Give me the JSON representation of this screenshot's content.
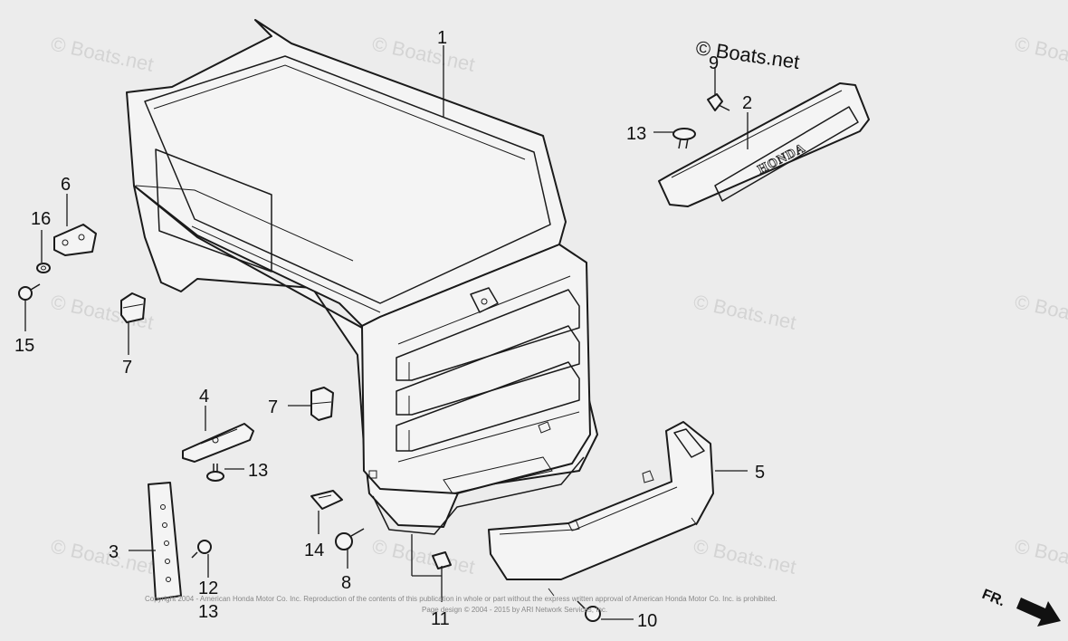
{
  "brand": "© Boats.net",
  "watermark": "© Boats.net",
  "emblem": "HONDA",
  "direction": "FR.",
  "copyright": [
    "Copyright 2004 - American Honda Motor Co. Inc. Reproduction of the contents of this publication in whole or part without the express written approval of American Honda Motor Co. Inc. is prohibited.",
    "Page design © 2004 - 2015 by ARI Network Services, Inc."
  ],
  "callouts": {
    "c1": "1",
    "c2": "2",
    "c3": "3",
    "c4": "4",
    "c5": "5",
    "c6": "6",
    "c7a": "7",
    "c7b": "7",
    "c8": "8",
    "c9": "9",
    "c10": "10",
    "c11": "11",
    "c12": "12",
    "c13a": "13",
    "c13b": "13",
    "c13c": "13",
    "c14": "14",
    "c15": "15",
    "c16": "16"
  }
}
